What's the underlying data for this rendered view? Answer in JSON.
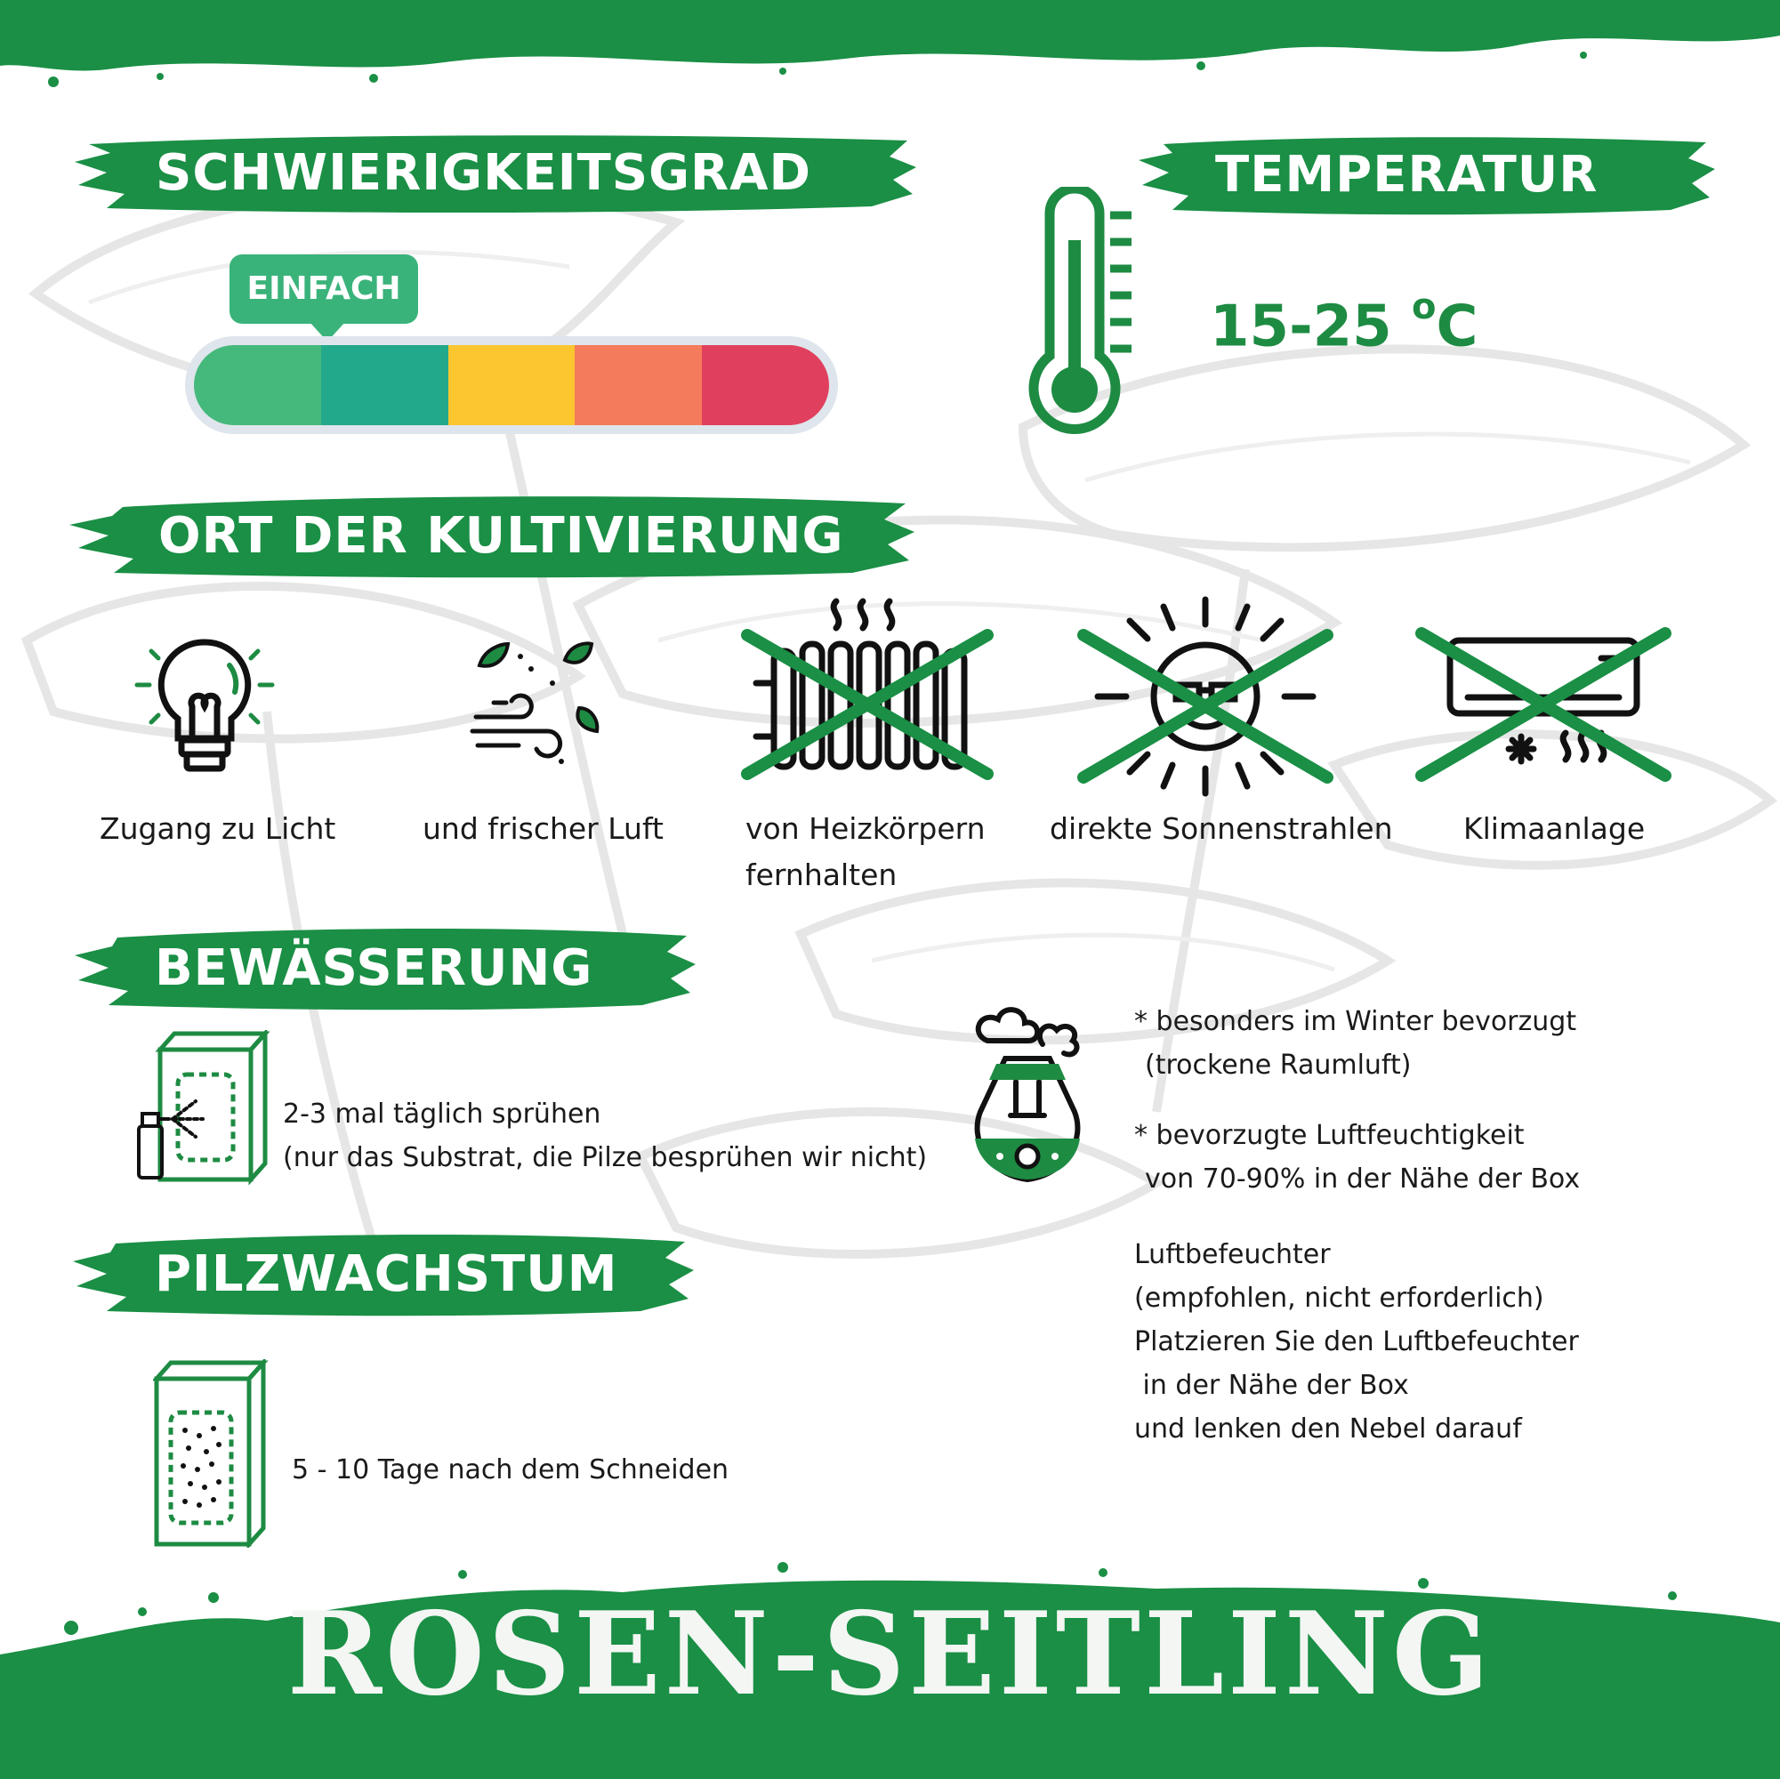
{
  "colors": {
    "brand_green": "#1a8f45",
    "scale": [
      "#45b97c",
      "#22a88a",
      "#fbc62f",
      "#f47b5b",
      "#e0405e"
    ],
    "icon_green": "#1e8b43"
  },
  "sections": {
    "difficulty": {
      "heading": "SCHWIERIGKEITSGRAD",
      "tag": "EINFACH",
      "level": 1,
      "levels": 5
    },
    "temperature": {
      "heading": "TEMPERATUR",
      "value": "15-25",
      "unit_degree": "o",
      "unit": "C"
    },
    "location": {
      "heading": "ORT DER KULTIVIERUNG",
      "items": [
        {
          "icon": "light-bulb-icon",
          "caption_line1": "Zugang zu Licht",
          "caption_line2": ""
        },
        {
          "icon": "fresh-air-icon",
          "caption_line1": "und frischer Luft",
          "caption_line2": ""
        },
        {
          "icon": "radiator-icon",
          "caption_line1": "von Heizkörpern",
          "caption_line2": "fernhalten"
        },
        {
          "icon": "sun-icon",
          "caption_line1": "direkte Sonnenstrahlen",
          "caption_line2": ""
        },
        {
          "icon": "air-conditioner-icon",
          "caption_line1": "Klimaanlage",
          "caption_line2": ""
        }
      ]
    },
    "watering": {
      "heading": "BEWÄSSERUNG",
      "line1": "2-3 mal täglich sprühen",
      "line2": "(nur das Substrat, die Pilze besprühen wir nicht)"
    },
    "humidifier": {
      "note1_line1": "* besonders im Winter bevorzugt",
      "note1_line2": "(trockene Raumluft)",
      "note2_line1": "* bevorzugte Luftfeuchtigkeit",
      "note2_line2": "von 70-90% in der Nähe der Box",
      "text_lines": [
        "Luftbefeuchter",
        "(empfohlen, nicht erforderlich)",
        "Platzieren Sie den Luftbefeuchter",
        " in der Nähe der Box",
        "und lenken den Nebel darauf"
      ]
    },
    "growth": {
      "heading": "PILZWACHSTUM",
      "text": "5 - 10 Tage nach dem Schneiden"
    }
  },
  "title": "ROSEN-SEITLING"
}
